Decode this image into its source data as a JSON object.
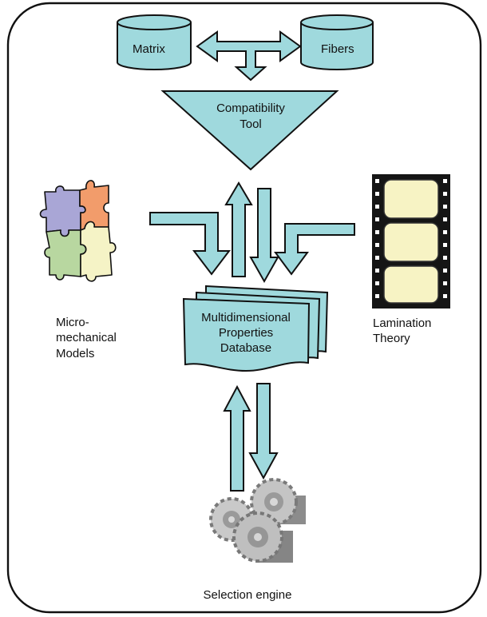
{
  "colors": {
    "fill": "#9fd9dd",
    "stroke": "#111111",
    "frame": "#111111",
    "film_frame": "#f7f3c4",
    "gear": "#aeaeae",
    "puzzle_purple": "#a9a6d6",
    "puzzle_orange": "#f29c6b",
    "puzzle_green": "#b8d7a0",
    "puzzle_yellow": "#f5f3c6"
  },
  "nodes": {
    "matrix": "Matrix",
    "fibers": "Fibers",
    "compat_line1": "Compatibility",
    "compat_line2": "Tool",
    "db_line1": "Multidimensional",
    "db_line2": "Properties",
    "db_line3": "Database",
    "micro_line1": "Micro-",
    "micro_line2": "mechanical",
    "micro_line3": "Models",
    "lam_line1": "Lamination",
    "lam_line2": "Theory",
    "selection": "Selection engine"
  },
  "icons": {
    "puzzle": "puzzle-pieces-icon",
    "film": "film-strip-icon",
    "gears": "gears-icon"
  }
}
